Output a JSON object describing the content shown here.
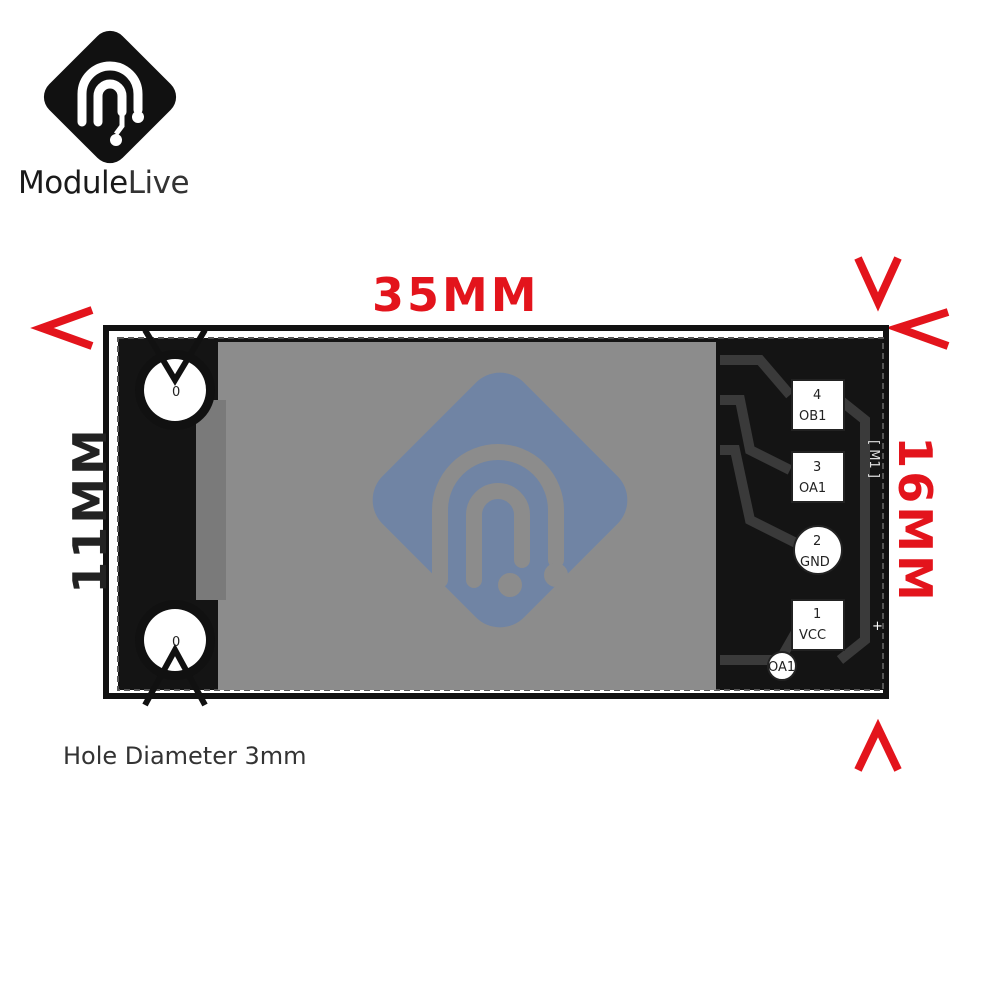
{
  "brand": {
    "name_part1": "Module",
    "name_part2": "Live"
  },
  "dimensions": {
    "length": "35MM",
    "width": "11MM",
    "height": "16MM"
  },
  "note": "Hole Diameter 3mm",
  "pins": [
    {
      "number": "4",
      "label": "OB1"
    },
    {
      "number": "3",
      "label": "OA1"
    },
    {
      "number": "2",
      "label": "GND"
    },
    {
      "number": "1",
      "label": "VCC"
    }
  ],
  "silkscreen": {
    "component_ref": "[ M1 ]",
    "extra_label": "OA1",
    "hole_mark": "0"
  },
  "colors": {
    "accent_red": "#e3141c",
    "pcb_black": "#111111",
    "module_gray": "#8c8c8c",
    "watermark_blue": "#5a7fb8"
  }
}
